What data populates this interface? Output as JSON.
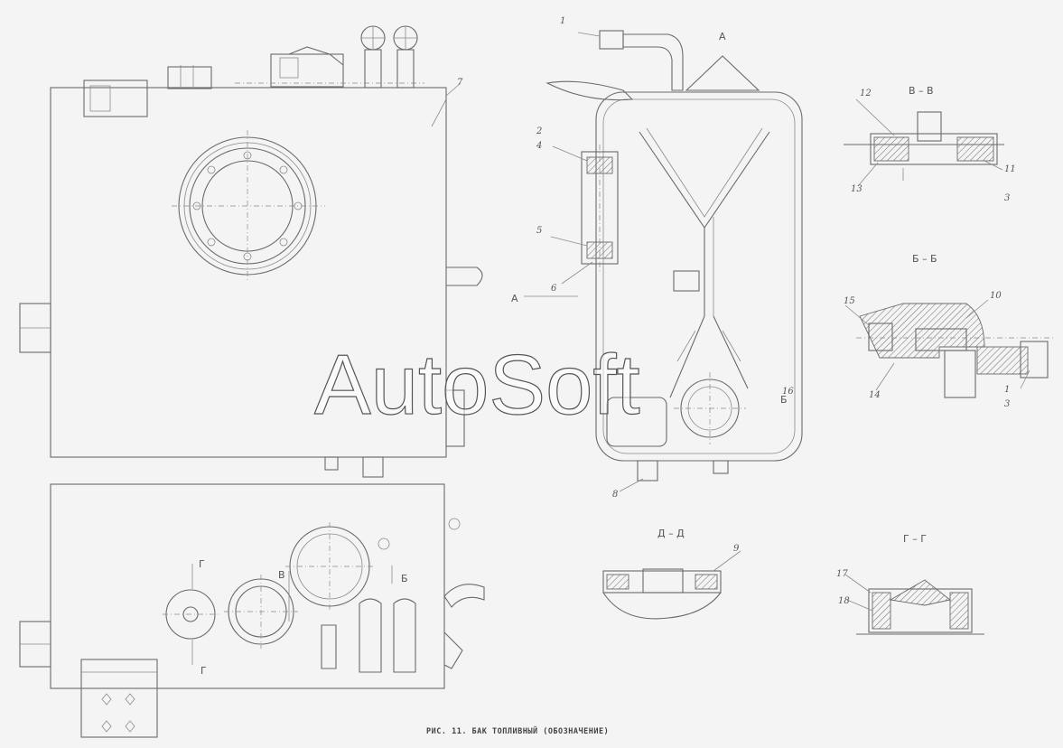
{
  "watermark": "AutoSoft",
  "caption": "РИС. 11. БАК ТОПЛИВНЫЙ (ОБОЗНАЧЕНИЕ)",
  "view_labels": {
    "view_a_top": "А",
    "view_a_side": "А",
    "section_vv": "В – В",
    "section_bb": "Б – Б",
    "section_dd": "Д – Д",
    "section_gg": "Г – Г",
    "mark_b_right": "Б",
    "mark_g_left": "Г",
    "mark_g_left_bottom": "Г",
    "mark_v": "В",
    "mark_b_bottom": "Б"
  },
  "callouts": [
    "1",
    "2",
    "4",
    "5",
    "6",
    "7",
    "8",
    "9",
    "10",
    "11",
    "12",
    "13",
    "14",
    "15",
    "16",
    "17",
    "18",
    "3",
    "1",
    "3"
  ]
}
